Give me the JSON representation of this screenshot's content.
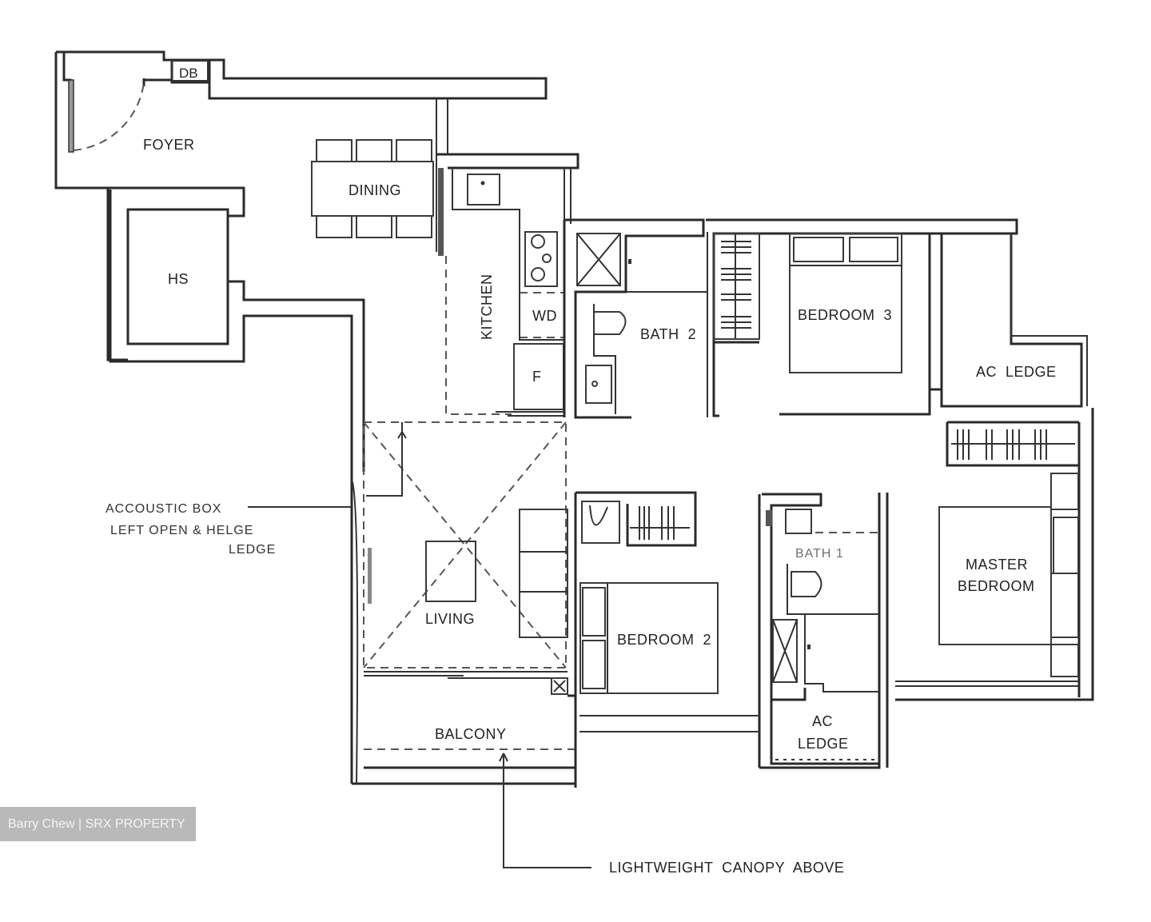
{
  "floor_plan": {
    "rooms": {
      "foyer": "FOYER",
      "db": "DB",
      "hs": "HS",
      "dining": "DINING",
      "kitchen": "KITCHEN",
      "wd": "WD",
      "fridge": "F",
      "bath2": "BATH  2",
      "bedroom3": "BEDROOM  3",
      "ac_ledge_top": "AC  LEDGE",
      "living": "LIVING",
      "bedroom2": "BEDROOM  2",
      "master_line1": "MASTER",
      "master_line2": "BEDROOM",
      "ac_ledge_bottom_line1": "AC",
      "ac_ledge_bottom_line2": "LEDGE",
      "balcony": "BALCONY",
      "master_bath_label": "BATH 1"
    },
    "annotations": {
      "left_note_line1": "ACCOUSTIC BOX",
      "left_note_line2": "LEFT OPEN & HELGE",
      "left_note_line3": "LEDGE",
      "canopy_note": "LIGHTWEIGHT  CANOPY  ABOVE"
    }
  },
  "watermark": {
    "text": "Barry Chew | SRX PROPERTY"
  }
}
